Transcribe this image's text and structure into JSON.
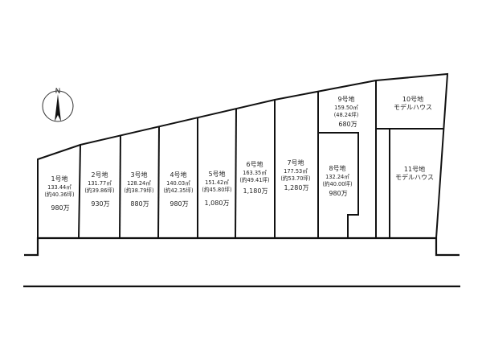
{
  "compass": {
    "north_label": "N",
    "icon": "north-arrow-icon"
  },
  "lots": [
    {
      "id": "lot-1",
      "name": "1号地",
      "area": "133.44㎡",
      "tsubo": "(約40.36坪)",
      "price": "980万"
    },
    {
      "id": "lot-2",
      "name": "2号地",
      "area": "131.77㎡",
      "tsubo": "(約39.86坪)",
      "price": "930万"
    },
    {
      "id": "lot-3",
      "name": "3号地",
      "area": "128.24㎡",
      "tsubo": "(約38.79坪)",
      "price": "880万"
    },
    {
      "id": "lot-4",
      "name": "4号地",
      "area": "140.03㎡",
      "tsubo": "(約42.35坪)",
      "price": "980万"
    },
    {
      "id": "lot-5",
      "name": "5号地",
      "area": "151.42㎡",
      "tsubo": "(約45.80坪)",
      "price": "1,080万"
    },
    {
      "id": "lot-6",
      "name": "6号地",
      "area": "163.35㎡",
      "tsubo": "(約49.41坪)",
      "price": "1,180万"
    },
    {
      "id": "lot-7",
      "name": "7号地",
      "area": "177.53㎡",
      "tsubo": "(約53.70坪)",
      "price": "1,280万"
    },
    {
      "id": "lot-8",
      "name": "8号地",
      "area": "132.24㎡",
      "tsubo": "(約40.00坪)",
      "price": "980万"
    },
    {
      "id": "lot-9",
      "name": "9号地",
      "area": "159.50㎡",
      "tsubo": "(48.24坪)",
      "price": "680万"
    },
    {
      "id": "lot-10",
      "name": "10号地",
      "subtitle": "モデルハウス"
    },
    {
      "id": "lot-11",
      "name": "11号地",
      "subtitle": "モデルハウス"
    }
  ]
}
